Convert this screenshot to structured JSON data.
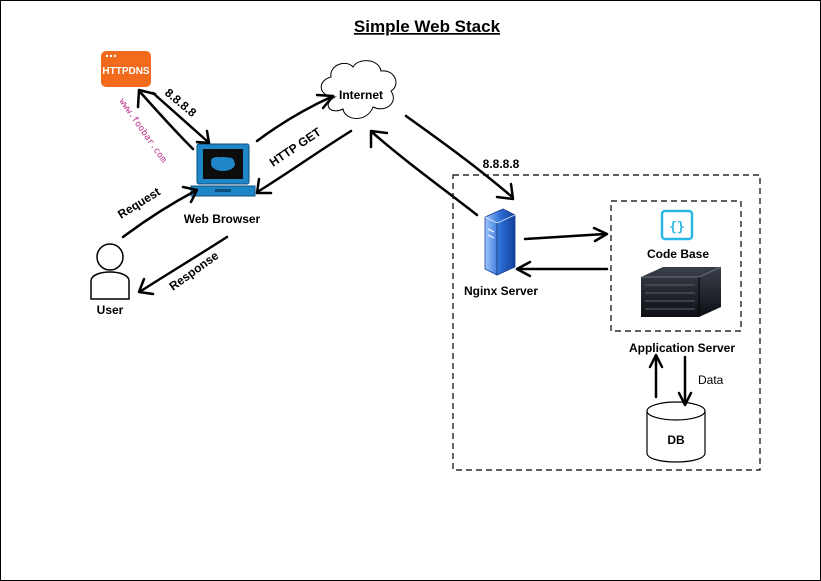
{
  "title": "Simple Web Stack",
  "nodes": {
    "httpdns": "HTTPDNS",
    "watermark": "www.foobar.com",
    "internet": "Internet",
    "web_browser": "Web Browser",
    "user": "User",
    "nginx": "Nginx Server",
    "code_base": "Code Base",
    "app_server": "Application Server",
    "db": "DB",
    "code_icon": "{}"
  },
  "edges": {
    "dns_ip": "8.8.8.8",
    "http_get": "HTTP GET",
    "request": "Request",
    "response": "Response",
    "nginx_ip": "8.8.8.8",
    "data": "Data"
  },
  "colors": {
    "httpdns_orange": "#f26a1b",
    "browser_blue": "#1f86c7",
    "server_blue": "#2f6fd6",
    "code_cyan": "#2bb7e6",
    "watermark_pink": "#c0308a"
  },
  "icons": {
    "httpdns": "httpdns-logo-icon",
    "internet": "cloud-icon",
    "browser": "computer-icon",
    "user": "person-icon",
    "nginx": "server-tower-icon",
    "code": "code-braces-icon",
    "app": "server-rack-icon",
    "db": "database-cylinder-icon"
  }
}
